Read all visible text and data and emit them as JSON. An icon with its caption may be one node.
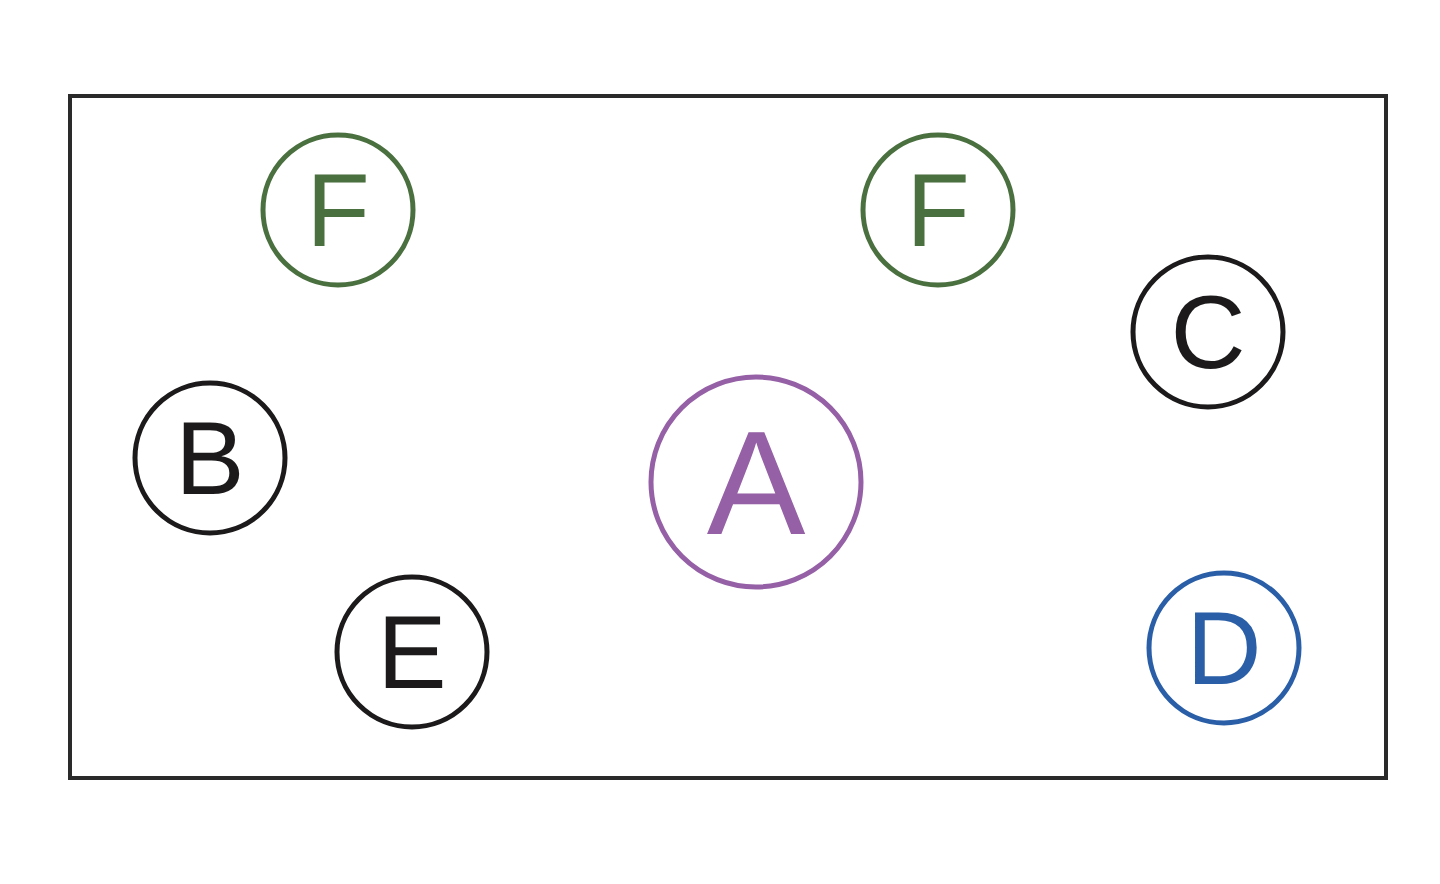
{
  "diagram": {
    "nodes": [
      {
        "text": [],
        "shape": "box"
      },
      {
        "text": [
          "F"
        ],
        "in": 0
      },
      {
        "text": [
          "F"
        ],
        "in": 0
      },
      {
        "text": [
          "C"
        ],
        "in": 0
      },
      {
        "text": [
          "B"
        ],
        "in": 0
      },
      {
        "text": [
          "A"
        ],
        "in": 0
      },
      {
        "text": [
          "E"
        ],
        "in": 0
      },
      {
        "text": [
          "D"
        ],
        "in": 0
      }
    ]
  }
}
